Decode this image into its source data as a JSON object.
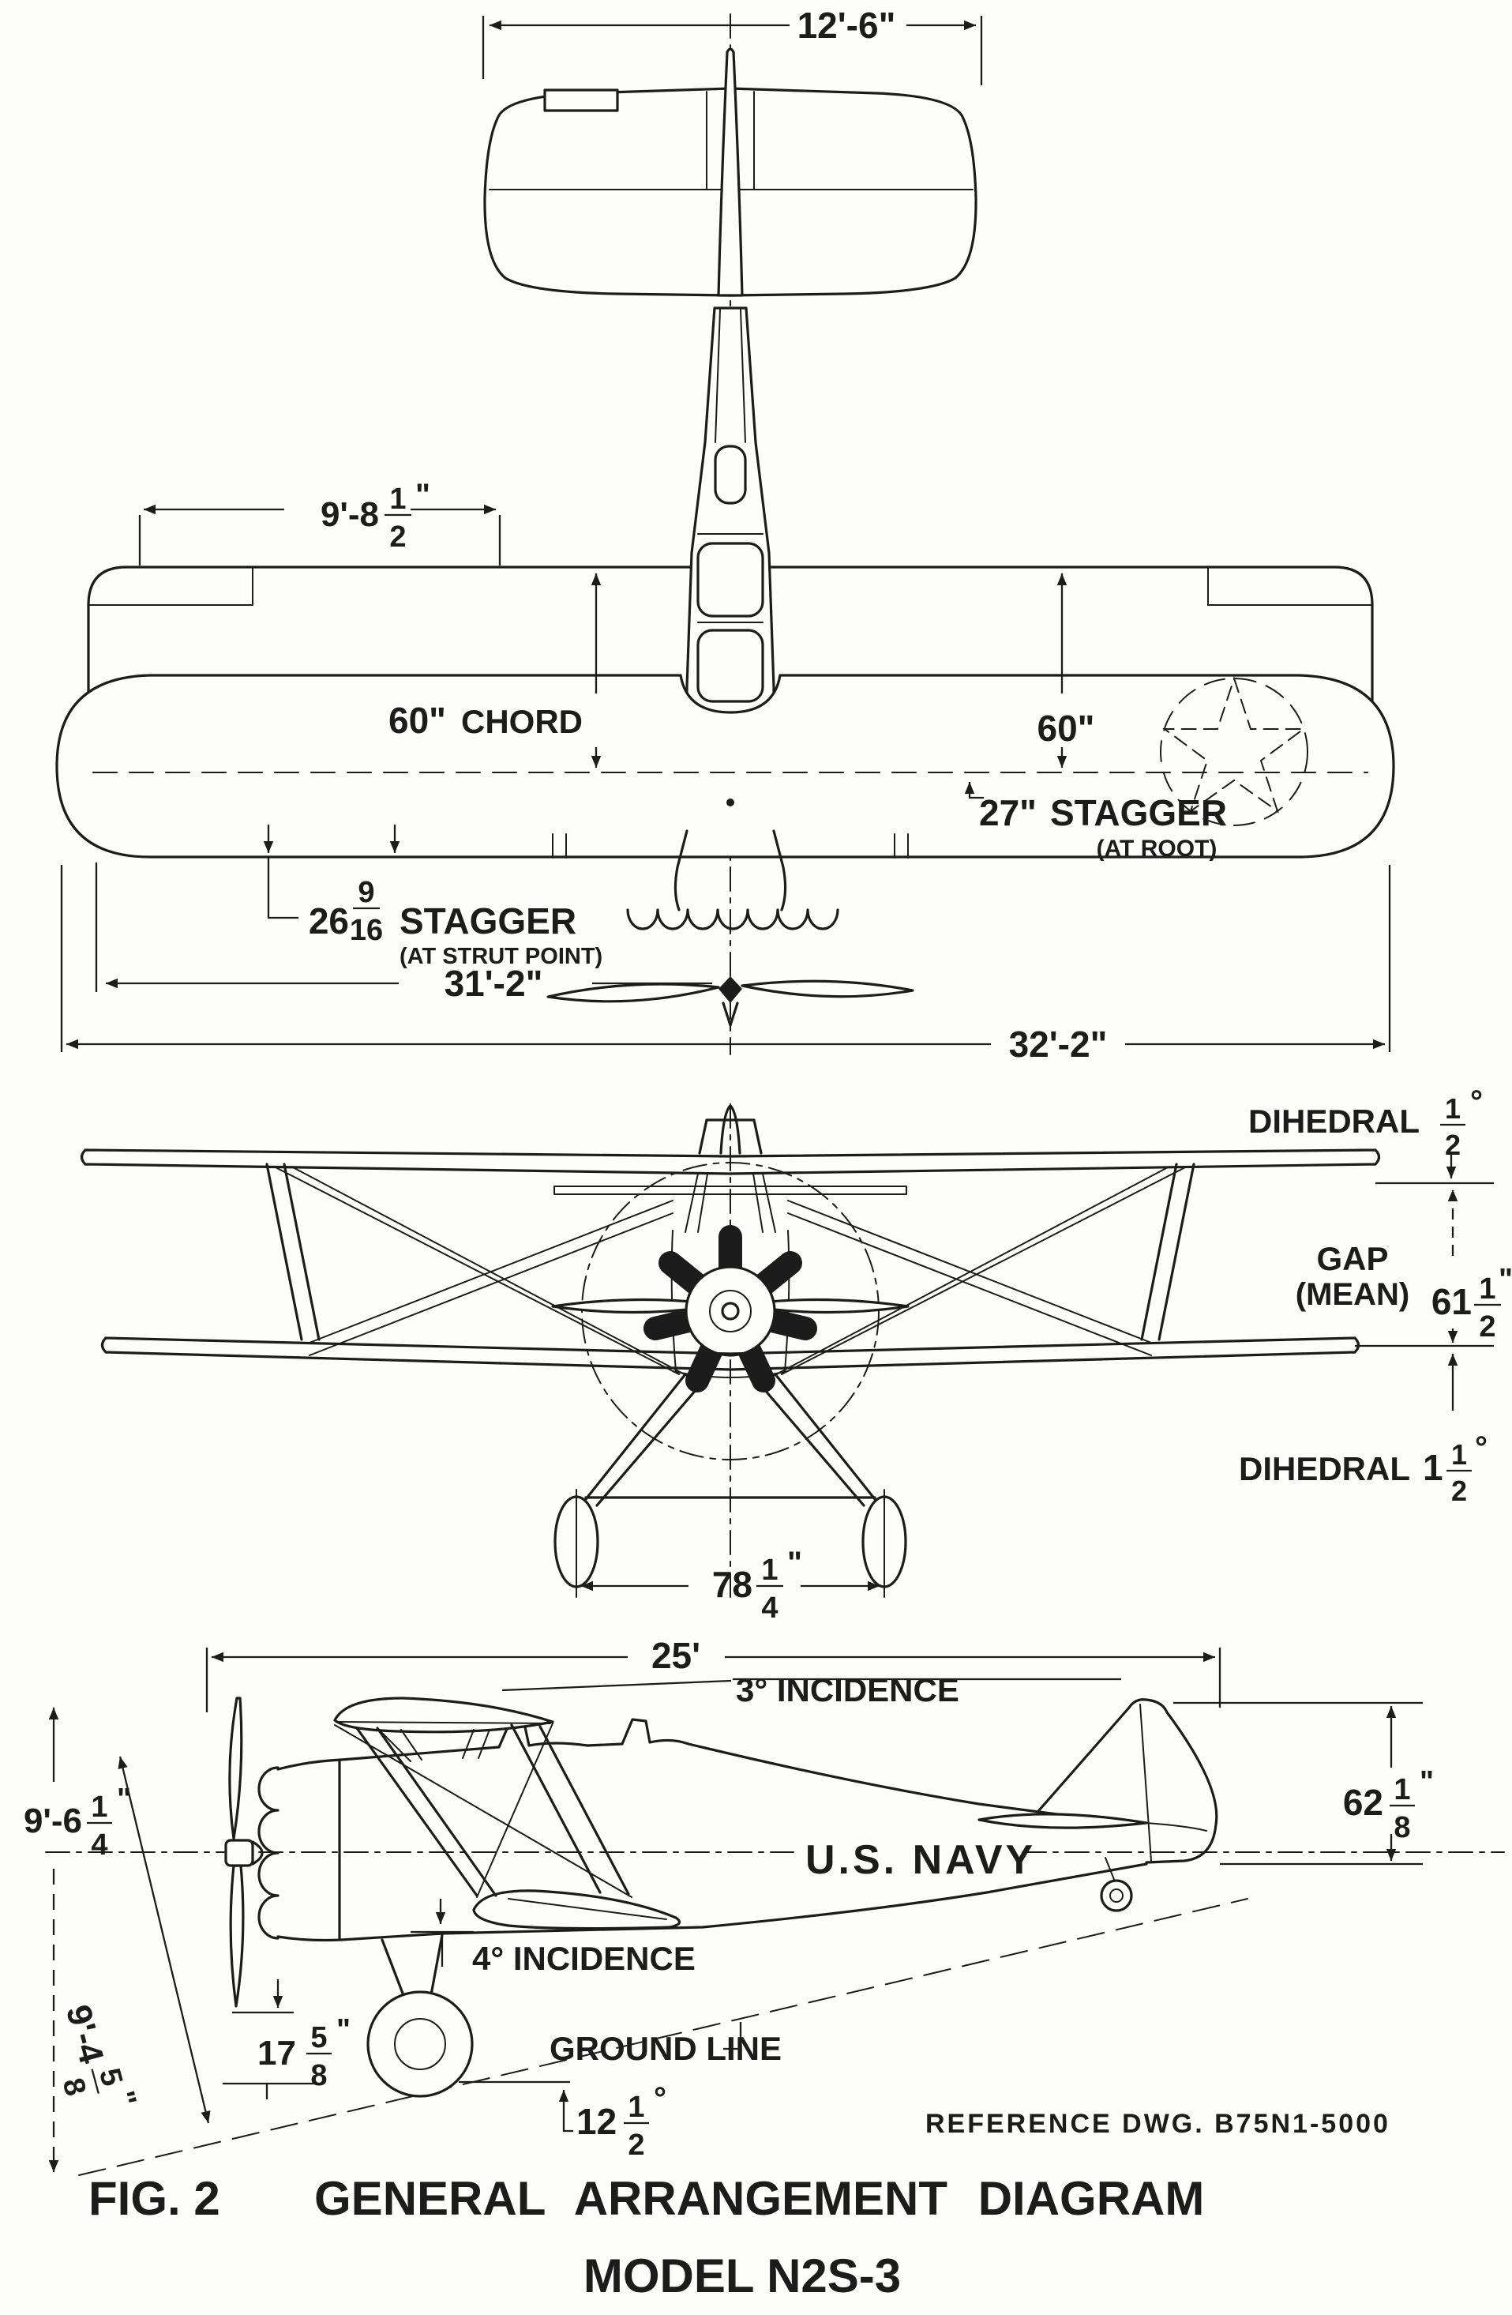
{
  "figure": {
    "fig_label": "FIG. 2",
    "title": "GENERAL  ARRANGEMENT  DIAGRAM",
    "model": "MODEL  N2S-3",
    "reference": "REFERENCE  DWG.  B75N1-5000"
  },
  "colors": {
    "ink": "#1c1c1c",
    "paper": "#fdfdfb"
  },
  "top_view": {
    "tail_span": "12'-6\"",
    "panel_span": {
      "pre": "9'-8",
      "num": "1",
      "den": "2",
      "unit": "\""
    },
    "chord_left_value": "60\"",
    "chord_left_label": "CHORD",
    "chord_right": "60\"",
    "stagger_root": {
      "value": "27\"",
      "label": "STAGGER",
      "note": "(AT  ROOT)"
    },
    "stagger_strut": {
      "pre": "26",
      "num": "9",
      "den": "16",
      "label": "STAGGER",
      "note": "(AT  STRUT  POINT)"
    },
    "lower_span": "31'-2\"",
    "upper_span": "32'-2\""
  },
  "front_view": {
    "dihedral_upper": {
      "label": "DIHEDRAL",
      "num": "1",
      "den": "2",
      "unit": "°"
    },
    "gap": {
      "line1": "GAP",
      "line2": "(MEAN)",
      "pre": "61",
      "num": "1",
      "den": "2",
      "unit": "\""
    },
    "dihedral_lower": {
      "label": "DIHEDRAL",
      "pre": "1",
      "num": "1",
      "den": "2",
      "unit": "°"
    },
    "wheel_track": {
      "pre": "78",
      "num": "1",
      "den": "4",
      "unit": "\""
    }
  },
  "side_view": {
    "length": "25'",
    "incidence_upper": "3° INCIDENCE",
    "incidence_lower": "4° INCIDENCE",
    "navy_marking": "U.S. NAVY",
    "ground_line": "GROUND LINE",
    "height_wing": {
      "pre": "9'-6",
      "num": "1",
      "den": "4",
      "unit": "\""
    },
    "prop_diag": {
      "pre": "9'-4",
      "num": "5",
      "den": "8",
      "unit": "\""
    },
    "prop_clearance": {
      "pre": "17",
      "num": "5",
      "den": "8",
      "unit": "\""
    },
    "tail_height": {
      "pre": "62",
      "num": "1",
      "den": "8",
      "unit": "\""
    },
    "ground_angle": {
      "pre": "12",
      "num": "1",
      "den": "2",
      "unit": "°"
    }
  }
}
